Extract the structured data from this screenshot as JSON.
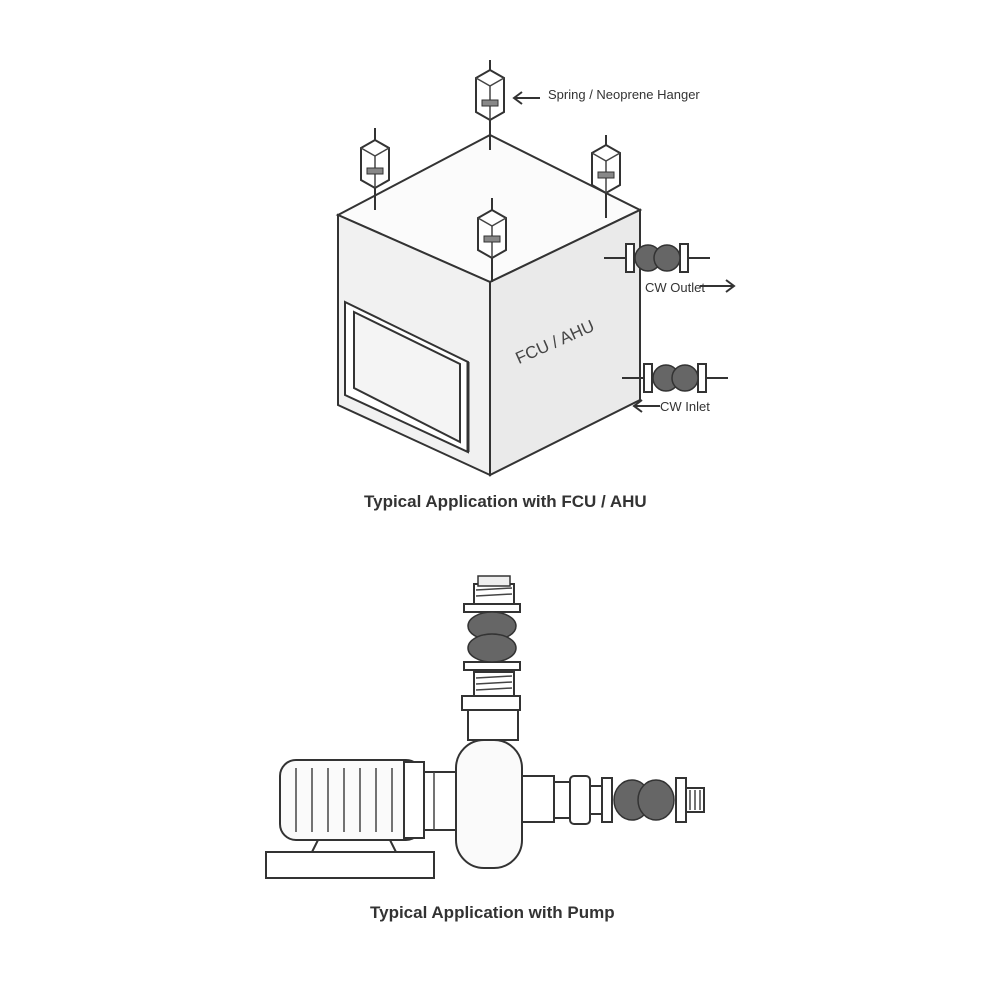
{
  "fcu_diagram": {
    "hanger_label": "Spring / Neoprene Hanger",
    "unit_label": "FCU / AHU",
    "outlet_label": "CW Outlet",
    "inlet_label": "CW Inlet",
    "caption": "Typical Application with FCU / AHU"
  },
  "pump_diagram": {
    "caption": "Typical Application with Pump"
  }
}
